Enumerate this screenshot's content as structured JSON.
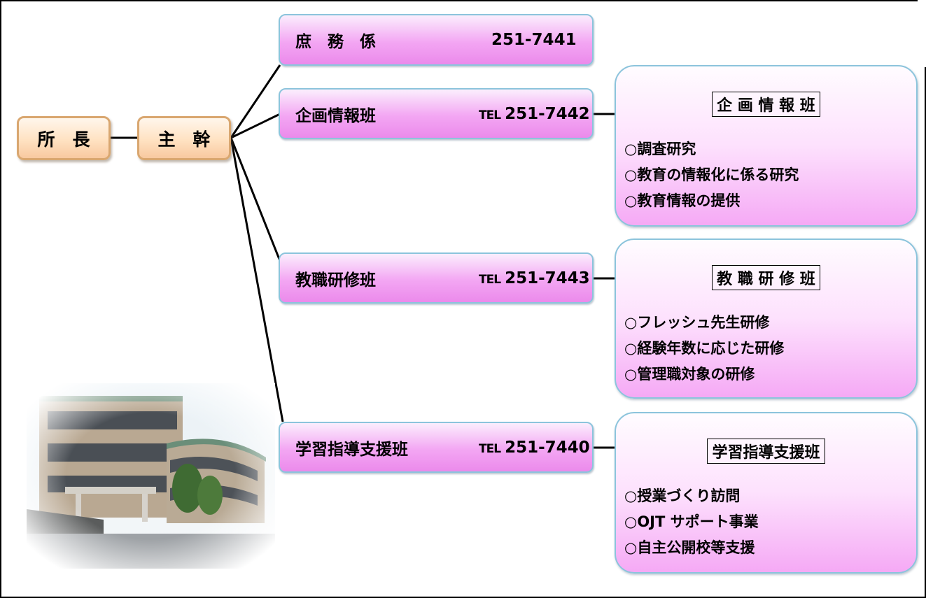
{
  "org": {
    "director": "所　長",
    "chief": "主　幹"
  },
  "sections": [
    {
      "name": "庶　務　係",
      "tel_mark": "",
      "tel": "251-7441"
    },
    {
      "name": "企画情報班",
      "tel_mark": "TEL",
      "tel": "251-7442"
    },
    {
      "name": "教職研修班",
      "tel_mark": "TEL",
      "tel": "251-7443"
    },
    {
      "name": "学習指導支援班",
      "tel_mark": "TEL",
      "tel": "251-7440"
    }
  ],
  "details": [
    {
      "title": "企 画 情 報 班",
      "items": [
        "○調査研究",
        "○教育の情報化に係る研究",
        "○教育情報の提供"
      ]
    },
    {
      "title": "教 職 研 修 班",
      "items": [
        "○フレッシュ先生研修",
        "○経験年数に応じた研修",
        "○管理職対象の研修"
      ]
    },
    {
      "title": "学習指導支援班",
      "items": [
        "○授業づくり訪問",
        "○OJT サポート事業",
        "○自主公開校等支援"
      ]
    }
  ],
  "colors": {
    "section_fill": "#f3a6f3",
    "section_border": "#8cc4dc",
    "top_fill": "#ffe2c2",
    "top_border": "#d9a770",
    "line": "#000000"
  },
  "photo": {
    "icon": "school-building-photo"
  }
}
